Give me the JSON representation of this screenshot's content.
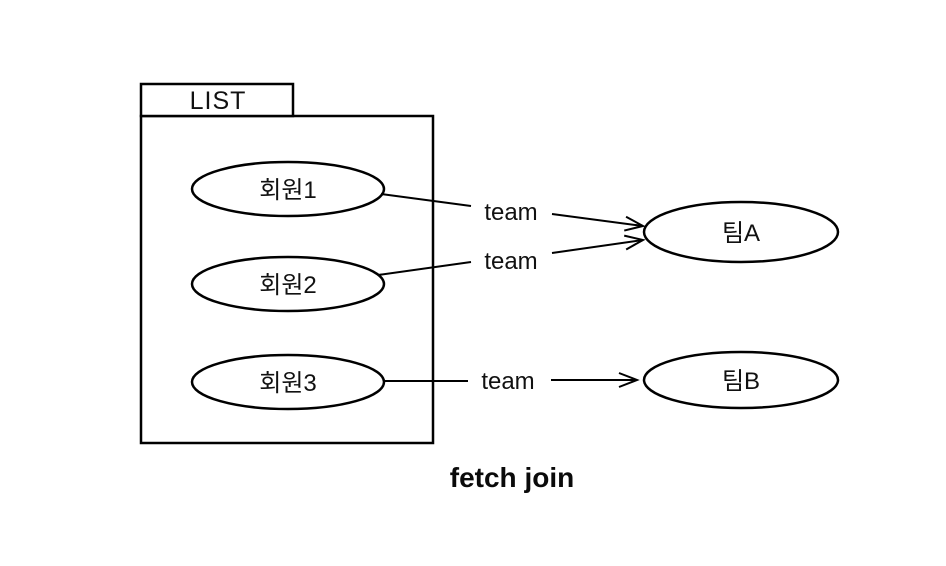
{
  "diagram": {
    "caption": "fetch join",
    "container": {
      "label": "LIST"
    },
    "members": [
      {
        "label": "회원1"
      },
      {
        "label": "회원2"
      },
      {
        "label": "회원3"
      }
    ],
    "teams": [
      {
        "label": "팀A"
      },
      {
        "label": "팀B"
      }
    ],
    "edges": [
      {
        "label": "team",
        "from": "회원1",
        "to": "팀A"
      },
      {
        "label": "team",
        "from": "회원2",
        "to": "팀A"
      },
      {
        "label": "team",
        "from": "회원3",
        "to": "팀B"
      }
    ],
    "colors": {
      "stroke": "#000000",
      "text": "#111111",
      "background": "#ffffff"
    }
  }
}
